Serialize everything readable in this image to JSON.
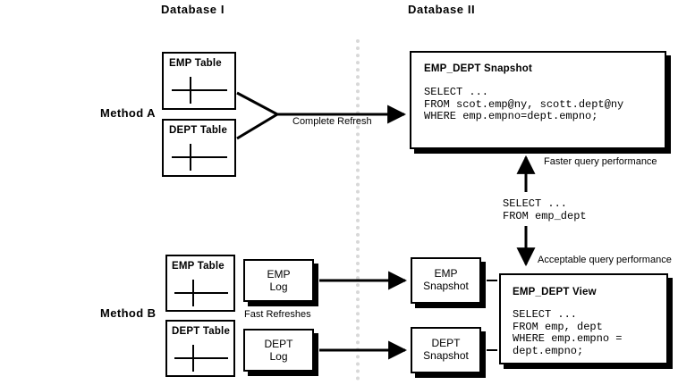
{
  "headers": {
    "db1": "Database I",
    "db2": "Database II"
  },
  "methods": {
    "a": "Method A",
    "b": "Method B"
  },
  "method_a": {
    "source_tables": [
      {
        "title": "EMP Table",
        "icon": "table-grid-icon"
      },
      {
        "title": "DEPT Table",
        "icon": "table-grid-icon"
      }
    ],
    "arrow_label": "Complete Refresh",
    "snapshot": {
      "title": "EMP_DEPT Snapshot",
      "sql": "SELECT ...\nFROM scot.emp@ny, scott.dept@ny\nWHERE emp.empno=dept.empno;"
    }
  },
  "middle": {
    "faster_label": "Faster query performance",
    "query_sql": "SELECT ...\nFROM emp_dept",
    "acceptable_label": "Acceptable query performance"
  },
  "method_b": {
    "source_tables": [
      {
        "title": "EMP Table",
        "icon": "table-grid-icon"
      },
      {
        "title": "DEPT Table",
        "icon": "table-grid-icon"
      }
    ],
    "logs": [
      {
        "label": "EMP\nLog"
      },
      {
        "label": "DEPT\nLog"
      }
    ],
    "arrow_label": "Fast Refreshes",
    "snapshots": [
      {
        "label": "EMP\nSnapshot"
      },
      {
        "label": "DEPT\nSnapshot"
      }
    ],
    "view": {
      "title": "EMP_DEPT View",
      "sql": "SELECT ...\nFROM emp, dept\nWHERE emp.empno =\ndept.empno;"
    }
  },
  "colors": {
    "stroke": "#000000",
    "background": "#ffffff",
    "divider": "#d8d8d8"
  }
}
